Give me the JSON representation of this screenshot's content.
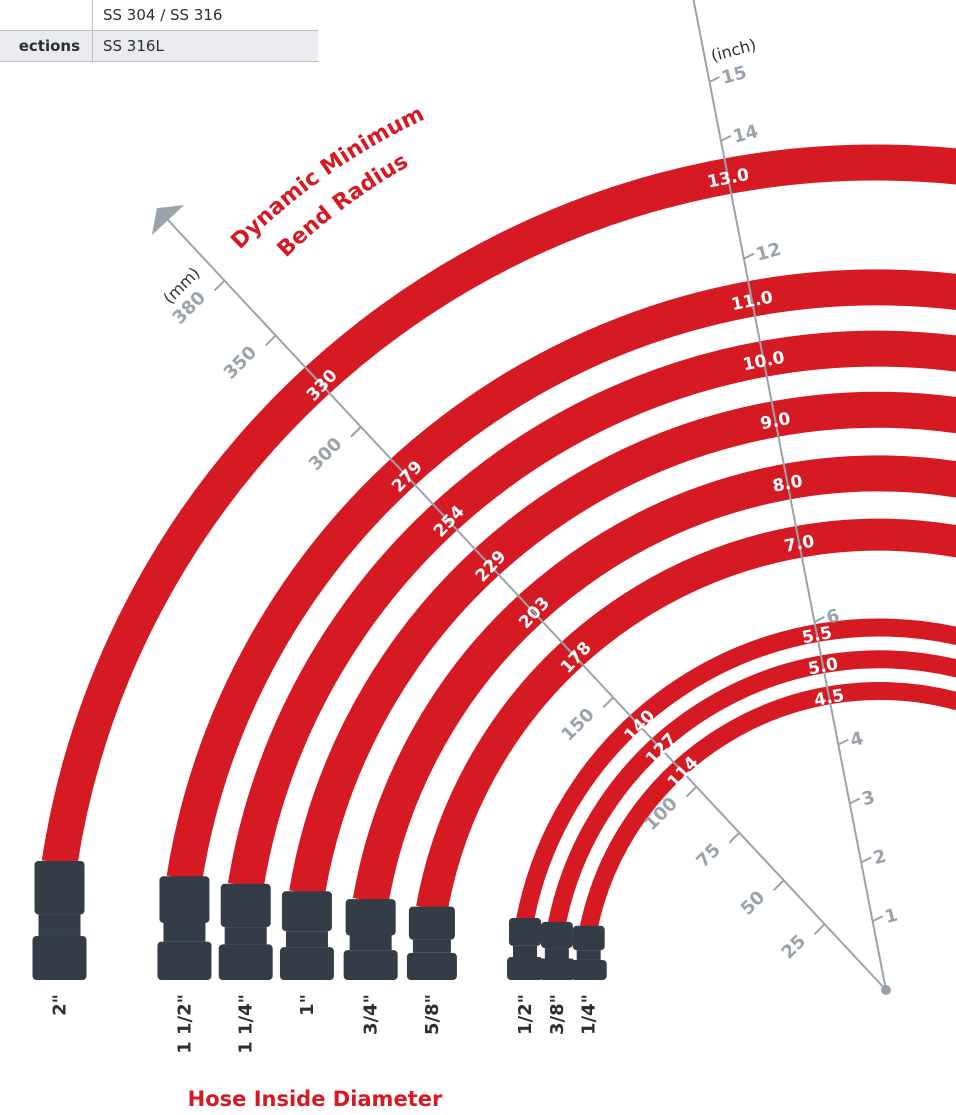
{
  "table": {
    "rows": [
      {
        "label": "",
        "value": "SS 304 / SS 316"
      },
      {
        "label": "ections",
        "value": "SS 316L"
      }
    ]
  },
  "title": {
    "line1": "Dynamic Minimum",
    "line2": "Bend Radius"
  },
  "footer": "Hose Inside Diameter",
  "axis_mm": {
    "unit": "(mm)",
    "ticks": [
      "25",
      "50",
      "75",
      "100",
      "150",
      "300",
      "350",
      "380"
    ]
  },
  "axis_inch": {
    "unit": "(inch)",
    "ticks": [
      "1",
      "2",
      "3",
      "4",
      "6",
      "12",
      "14",
      "15"
    ]
  },
  "hoses": [
    {
      "size": "2\"",
      "mm": "330",
      "inch": "13.0",
      "radius_mm": 330
    },
    {
      "size": "1 1/2\"",
      "mm": "279",
      "inch": "11.0",
      "radius_mm": 279
    },
    {
      "size": "1 1/4\"",
      "mm": "254",
      "inch": "10.0",
      "radius_mm": 254
    },
    {
      "size": "1\"",
      "mm": "229",
      "inch": "9.0",
      "radius_mm": 229
    },
    {
      "size": "3/4\"",
      "mm": "203",
      "inch": "8.0",
      "radius_mm": 203
    },
    {
      "size": "5/8\"",
      "mm": "178",
      "inch": "7.0",
      "radius_mm": 178
    },
    {
      "size": "1/2\"",
      "mm": "140",
      "inch": "5.5",
      "radius_mm": 140
    },
    {
      "size": "3/8\"",
      "mm": "127",
      "inch": "5.0",
      "radius_mm": 127
    },
    {
      "size": "1/4\"",
      "mm": "114",
      "inch": "4.5",
      "radius_mm": 114
    }
  ],
  "colors": {
    "hose": "#d61a23",
    "fitting": "#333c47",
    "axis": "#9aa3ab",
    "title": "#d61a23"
  }
}
